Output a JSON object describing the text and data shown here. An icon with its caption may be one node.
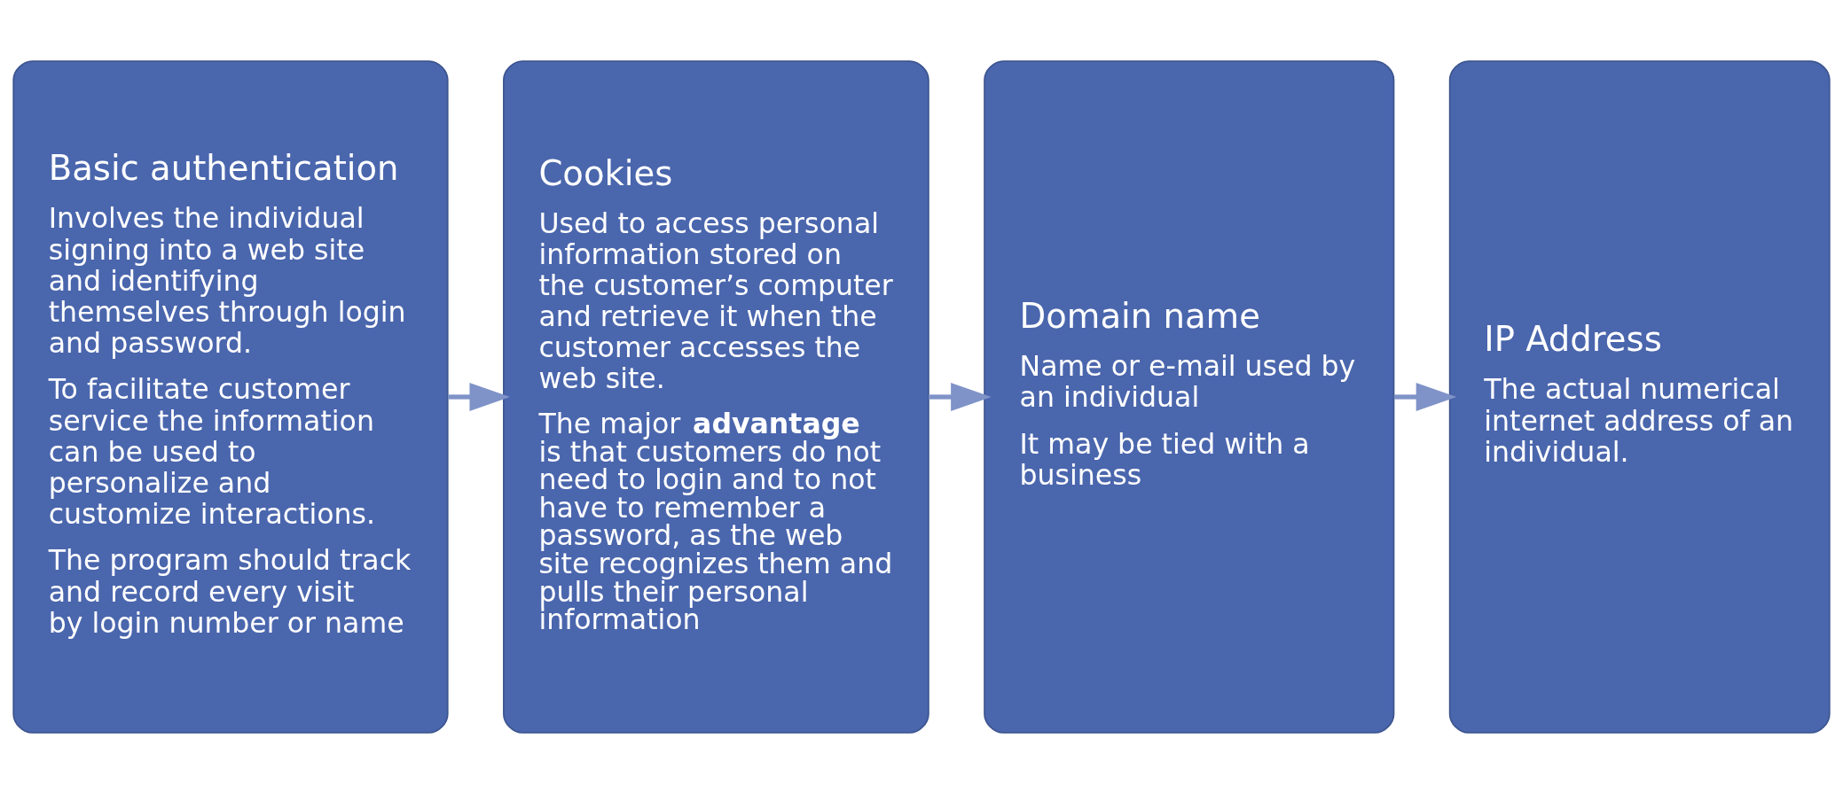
{
  "diagram": {
    "nodes": [
      {
        "text": [
          "Basic authentication",
          "Involves the individual signing into a web site and identifying themselves through login and password.",
          "To facilitate customer service the information can be used to personalize and customize interactions.",
          "The program should track and record every visit by login number or name"
        ]
      },
      {
        "text": [
          "Cookies",
          "Used to access personal information stored on the customer’s computer and retrieve it when the customer accesses the web site.",
          "The major **advantage** is that customers do not need to login and to not have to remember a password, as the web site recognizes them and pulls their personal information"
        ]
      },
      {
        "text": [
          "Domain name",
          "Name or e-mail used by an individual",
          "It may be tied with a business"
        ]
      },
      {
        "text": [
          "IP Address",
          "The actual numerical internet address of an individual."
        ]
      }
    ],
    "edges": [
      {
        "from": 0,
        "to": 1,
        "arrow": "to"
      },
      {
        "from": 1,
        "to": 2,
        "arrow": "to"
      },
      {
        "from": 2,
        "to": 3,
        "arrow": "to"
      }
    ]
  }
}
